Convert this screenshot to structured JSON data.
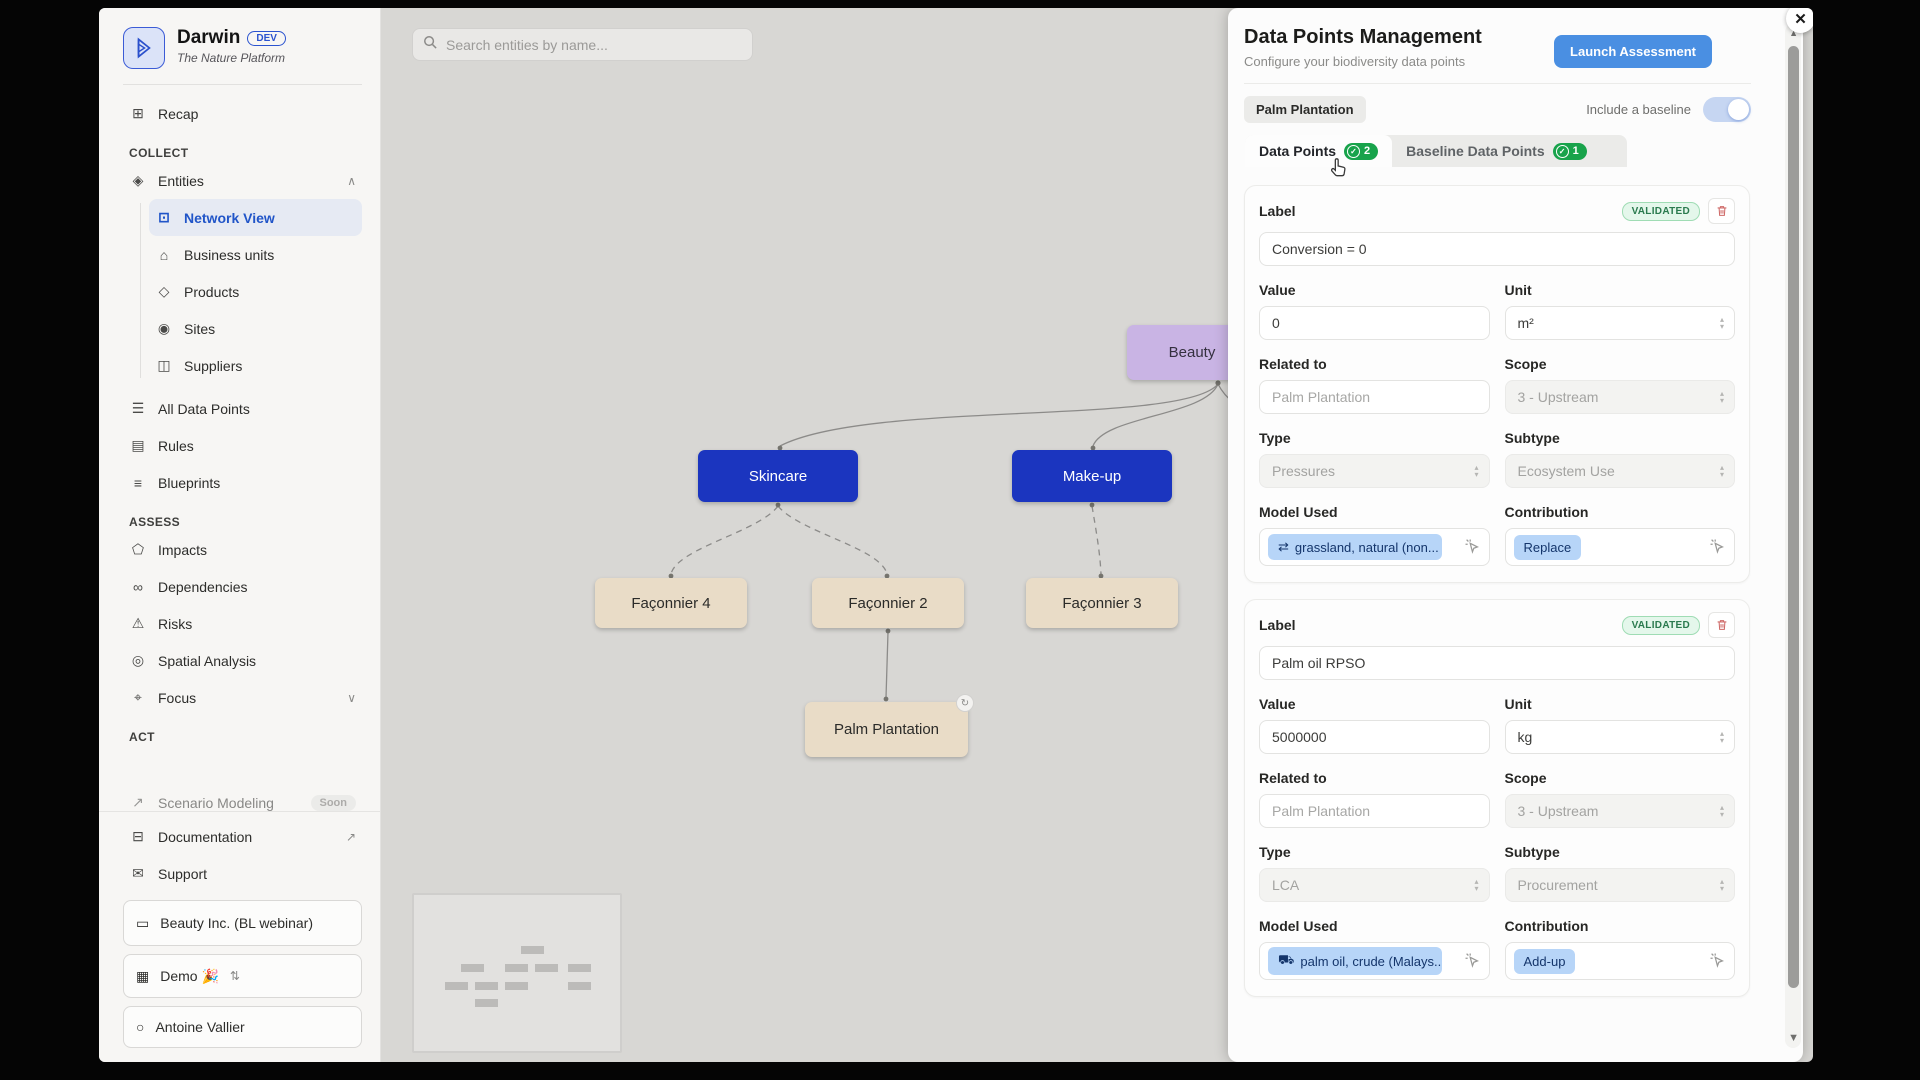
{
  "sidebar": {
    "logo": {
      "name": "Darwin",
      "badge": "DEV",
      "tagline": "The Nature Platform"
    },
    "recap": "Recap",
    "collect_header": "COLLECT",
    "entities": "Entities",
    "network_view": "Network View",
    "business_units": "Business units",
    "products": "Products",
    "sites": "Sites",
    "suppliers": "Suppliers",
    "all_data_points": "All Data Points",
    "rules": "Rules",
    "blueprints": "Blueprints",
    "assess_header": "ASSESS",
    "impacts": "Impacts",
    "dependencies": "Dependencies",
    "risks": "Risks",
    "spatial_analysis": "Spatial Analysis",
    "focus": "Focus",
    "act_header": "ACT",
    "scenario_modeling": "Scenario Modeling",
    "soon_badge": "Soon",
    "documentation": "Documentation",
    "support": "Support",
    "workspace": "Beauty Inc. (BL webinar)",
    "org": "Demo 🎉",
    "user": "Antoine Vallier"
  },
  "search": {
    "placeholder": "Search entities by name..."
  },
  "graph": {
    "nodes": {
      "beauty": "Beauty",
      "skincare": "Skincare",
      "makeup": "Make-up",
      "faconnier4": "Façonnier 4",
      "faconnier2": "Façonnier 2",
      "faconnier3": "Façonnier 3",
      "palm": "Palm Plantation"
    }
  },
  "panel": {
    "title": "Data Points Management",
    "subtitle": "Configure your biodiversity data points",
    "launch_button": "Launch Assessment",
    "entity_chip": "Palm Plantation",
    "baseline_label": "Include a baseline",
    "tabs": [
      {
        "label": "Data Points",
        "count": "2"
      },
      {
        "label": "Baseline Data Points",
        "count": "1"
      }
    ],
    "cards": [
      {
        "status": "VALIDATED",
        "label_title": "Label",
        "label_value": "Conversion = 0",
        "value_title": "Value",
        "value": "0",
        "unit_title": "Unit",
        "unit": "m²",
        "related_title": "Related to",
        "related": "Palm Plantation",
        "scope_title": "Scope",
        "scope": "3 - Upstream",
        "type_title": "Type",
        "type": "Pressures",
        "subtype_title": "Subtype",
        "subtype": "Ecosystem Use",
        "model_title": "Model Used",
        "model_chip": "grassland, natural (non...",
        "contribution_title": "Contribution",
        "contribution_chip": "Replace"
      },
      {
        "status": "VALIDATED",
        "label_title": "Label",
        "label_value": "Palm oil RPSO",
        "value_title": "Value",
        "value": "5000000",
        "unit_title": "Unit",
        "unit": "kg",
        "related_title": "Related to",
        "related": "Palm Plantation",
        "scope_title": "Scope",
        "scope": "3 - Upstream",
        "type_title": "Type",
        "type": "LCA",
        "subtype_title": "Subtype",
        "subtype": "Procurement",
        "model_title": "Model Used",
        "model_chip": "palm oil, crude (Malays...",
        "contribution_title": "Contribution",
        "contribution_chip": "Add-up"
      }
    ]
  },
  "icons": {
    "recap": "⊞",
    "entities": "◈",
    "network_view": "⊡",
    "business_units": "⌂",
    "products": "◇",
    "sites": "◉",
    "suppliers": "◫",
    "all_data_points": "☰",
    "rules": "▤",
    "blueprints": "≡",
    "impacts": "⬠",
    "dependencies": "∞",
    "risks": "⚠",
    "spatial_analysis": "◎",
    "focus": "⌖",
    "scenario": "↗",
    "documentation": "⊟",
    "support": "✉",
    "external_link": "↗",
    "folder": "▭",
    "building": "▦",
    "person": "○",
    "chevron_up": "∧",
    "chevron_down": "∨",
    "updown": "⇅",
    "node_badge": "↻",
    "swap": "⇄",
    "truck": "⛟",
    "check": "✓",
    "close": "✕",
    "scroll_up": "▲",
    "scroll_down": "▼"
  },
  "colors": {
    "accent_blue": "#4a8fe2",
    "node_blue": "#1b35bf",
    "badge_green": "#18a34b",
    "node_beige": "#e9dcc7",
    "node_lavender": "#c9b4e4",
    "active_link": "#2155c8"
  }
}
